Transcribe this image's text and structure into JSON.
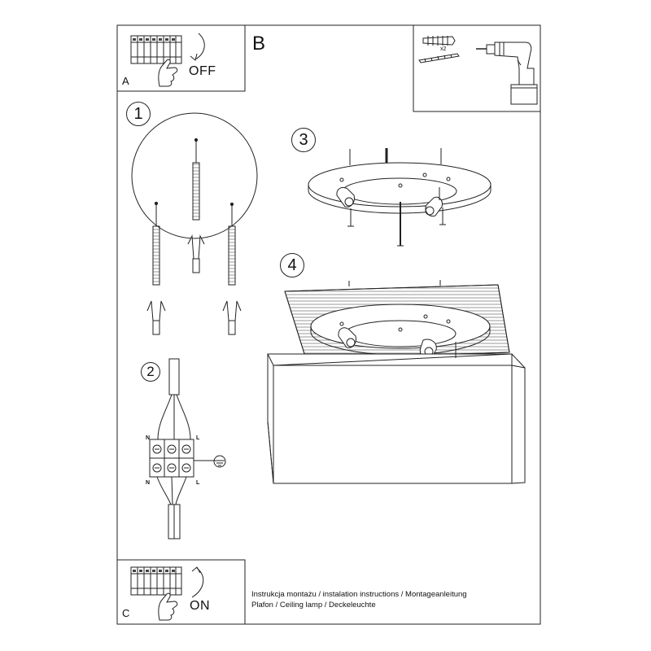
{
  "panels": {
    "a": {
      "letter": "A",
      "action": "OFF"
    },
    "b": {
      "letter": "B",
      "quantity": "x2"
    },
    "c": {
      "letter": "C",
      "action": "ON"
    }
  },
  "steps": [
    "1",
    "2",
    "3",
    "4"
  ],
  "wiring": {
    "left_terminal": "N",
    "right_terminal": "L"
  },
  "footer": {
    "line1": "Instrukcja montażu / instalation instructions / Montageanleitung",
    "line2": "Plafon / Ceiling lamp / Deckeleuchte"
  }
}
